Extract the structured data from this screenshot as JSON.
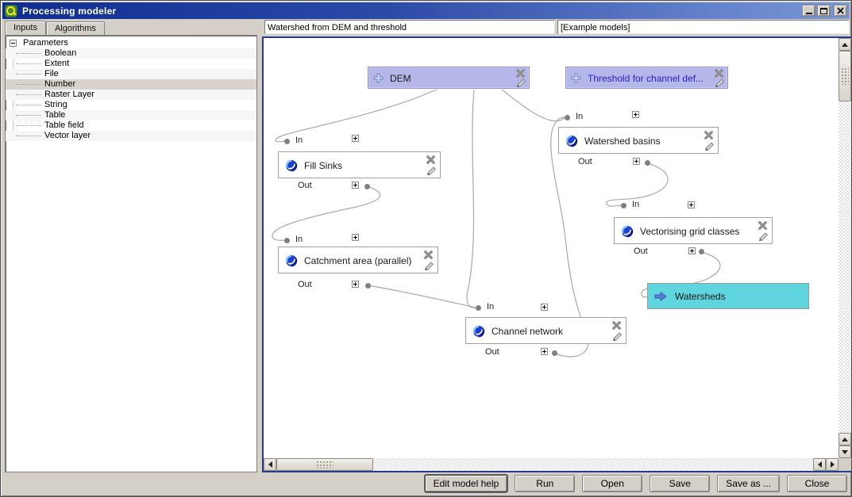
{
  "window": {
    "title": "Processing modeler"
  },
  "titlebar": {
    "buttons": [
      "minimize",
      "maximize",
      "close"
    ]
  },
  "tabs": {
    "inputs": "Inputs",
    "algorithms": "Algorithms"
  },
  "tree": {
    "root": "Parameters",
    "items": [
      "Boolean",
      "Extent",
      "File",
      "Number",
      "Raster Layer",
      "String",
      "Table",
      "Table field",
      "Vector layer"
    ],
    "selected": "Number"
  },
  "model": {
    "name": "Watershed from DEM and threshold",
    "group": "[Example models]"
  },
  "canvas": {
    "in_label": "In",
    "out_label": "Out",
    "inputs": [
      {
        "label": "DEM"
      },
      {
        "label": "Threshold for channel def..."
      }
    ],
    "algorithms": [
      {
        "label": "Fill Sinks"
      },
      {
        "label": "Watershed basins"
      },
      {
        "label": "Catchment area (parallel)"
      },
      {
        "label": "Vectorising grid classes"
      },
      {
        "label": "Channel network"
      }
    ],
    "output": {
      "label": "Watersheds"
    }
  },
  "footer": {
    "buttons": [
      "Edit model help",
      "Run",
      "Open",
      "Save",
      "Save as ...",
      "Close"
    ]
  },
  "colors": {
    "input_node": "#b6b7e9",
    "output_node": "#5fd5dd",
    "titlebar_start": "#102d90",
    "titlebar_end": "#7a99d8",
    "selection": "#d8d4cb",
    "connection": "#a9a9a9"
  }
}
